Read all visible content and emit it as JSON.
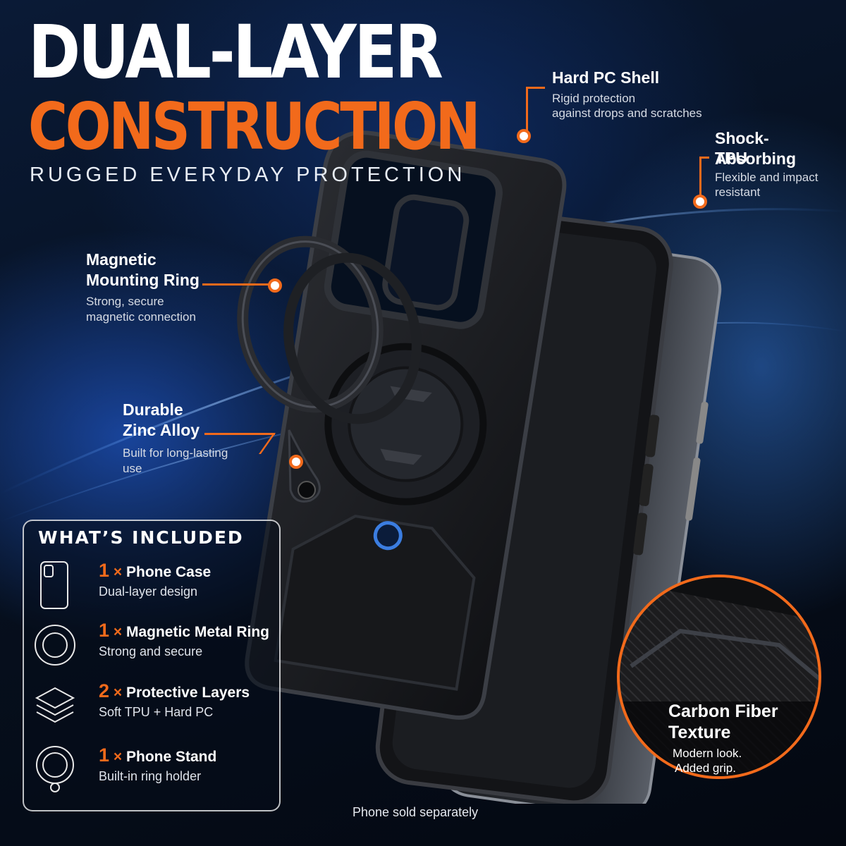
{
  "heading": {
    "line1": "DUAL-LAYER",
    "line2": "CONSTRUCTION",
    "subtitle": "RUGGED EVERYDAY PROTECTION"
  },
  "callouts": {
    "hard_pc": {
      "title": "Hard PC Shell",
      "desc1": "Rigid protection",
      "desc2": "against drops and scratches"
    },
    "tpu": {
      "title1": "Shock-Absorbing",
      "title2": "TPU",
      "desc1": "Flexible and impact",
      "desc2": "resistant"
    },
    "ring": {
      "title1": "Magnetic",
      "title2": "Mounting Ring",
      "desc1": "Strong, secure",
      "desc2": "magnetic connection"
    },
    "zinc": {
      "title1": "Durable",
      "title2": "Zinc Alloy",
      "desc1": "Built for long-lasting",
      "desc2": "use"
    },
    "carbon": {
      "title1": "Carbon Fiber",
      "title2": "Texture",
      "desc1": "Modern look.",
      "desc2": "Added grip."
    }
  },
  "included": {
    "title": "WHAT’S INCLUDED",
    "items": [
      {
        "qty": "1",
        "x": "×",
        "name": "Phone Case",
        "desc": "Dual-layer design",
        "icon": "phone-case-icon"
      },
      {
        "qty": "1",
        "x": "×",
        "name": "Magnetic Metal Ring",
        "desc": "Strong and secure",
        "icon": "ring-icon"
      },
      {
        "qty": "2",
        "x": "×",
        "name": "Protective Layers",
        "desc": "Soft TPU + Hard PC",
        "icon": "layers-icon"
      },
      {
        "qty": "1",
        "x": "×",
        "name": "Phone Stand",
        "desc": "Built-in ring holder",
        "icon": "ring-stand-icon"
      }
    ]
  },
  "footer": "Phone sold separately",
  "colors": {
    "accent": "#f26a1b",
    "background": "#06101f"
  }
}
